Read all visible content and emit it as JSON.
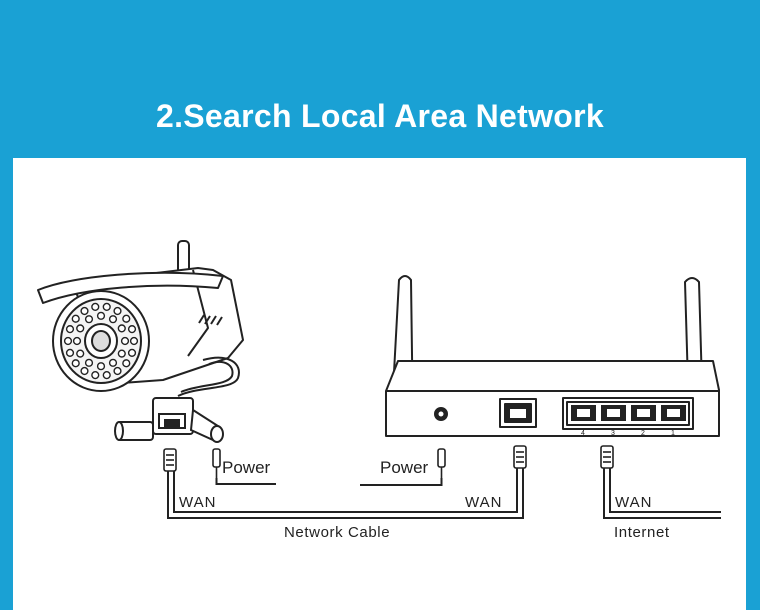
{
  "header": {
    "title": "2.Search Local Area Network",
    "background": "#1aa1d4"
  },
  "diagram": {
    "camera": {
      "icon": "ip-camera-icon"
    },
    "router": {
      "icon": "router-icon",
      "lan_port_numbers": [
        "4",
        "3",
        "2",
        "1"
      ]
    },
    "labels": {
      "camera_power": "Power",
      "router_power": "Power",
      "camera_wan": "WAN",
      "router_wan": "WAN",
      "internet_wan": "WAN",
      "network_cable": "Network Cable",
      "internet": "Internet"
    }
  }
}
